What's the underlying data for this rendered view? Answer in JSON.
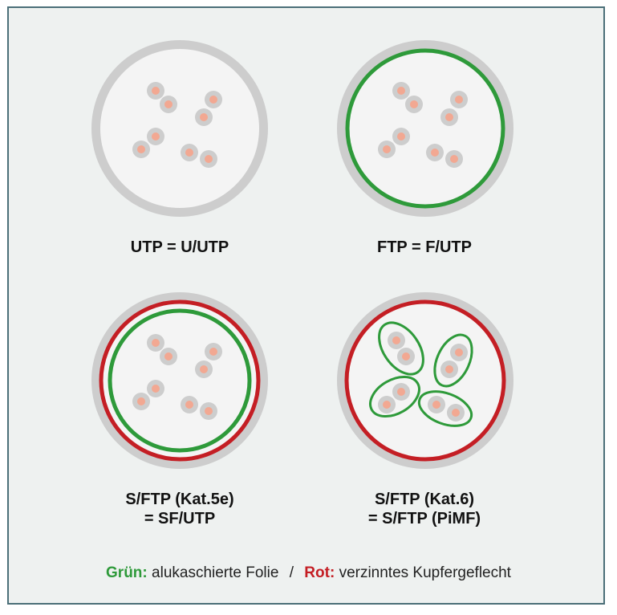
{
  "colors": {
    "background": "#eef1f0",
    "border": "#4b6f78",
    "jacket": "#cdcdcd",
    "interior": "#f4f4f4",
    "green": "#2e9a3a",
    "red": "#c41e24",
    "wire_outer": "#cdcdcd",
    "wire_core": "#f2a892"
  },
  "cables": [
    {
      "id": "utp",
      "label_lines": [
        "UTP = U/UTP"
      ],
      "foil": false,
      "braid": false,
      "pair_foil": false
    },
    {
      "id": "ftp",
      "label_lines": [
        "FTP = F/UTP"
      ],
      "foil": true,
      "braid": false,
      "pair_foil": false
    },
    {
      "id": "sftp-5e",
      "label_lines": [
        "S/FTP (Kat.5e)",
        "= SF/UTP"
      ],
      "foil": true,
      "braid": true,
      "pair_foil": false
    },
    {
      "id": "sftp-6",
      "label_lines": [
        "S/FTP (Kat.6)",
        "= S/FTP (PiMF)"
      ],
      "foil": false,
      "braid": true,
      "pair_foil": true
    }
  ],
  "legend": {
    "green_key": "Grün:",
    "green_text": "alukaschierte Folie",
    "separator": "/",
    "red_key": "Rot:",
    "red_text": "verzinntes Kupfergeflecht"
  }
}
